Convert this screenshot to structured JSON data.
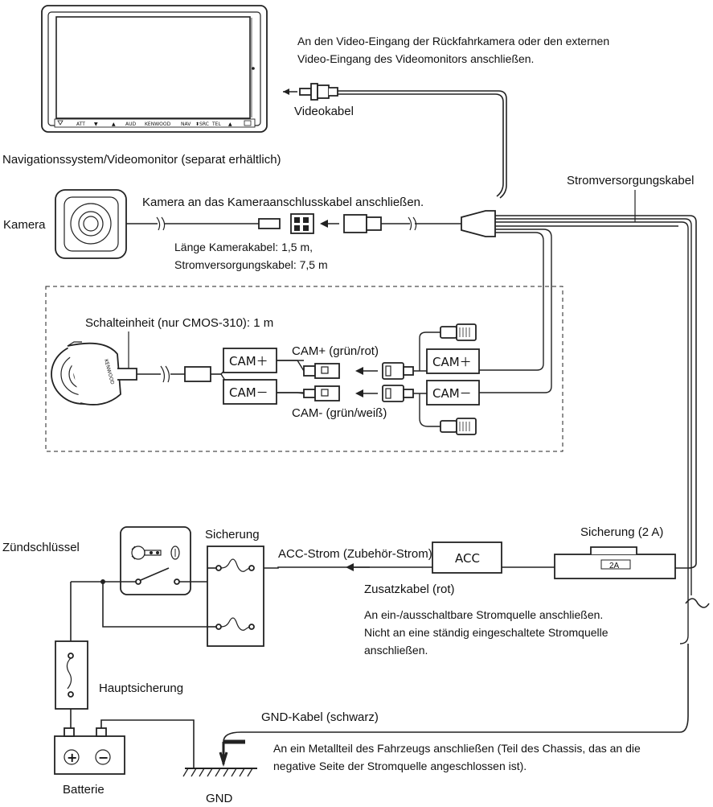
{
  "labels": {
    "video_note_line1": "An den Video-Eingang der Rückfahrkamera oder den externen",
    "video_note_line2": "Video-Eingang des Videomonitors anschließen.",
    "video_cable": "Videokabel",
    "monitor_caption": "Navigationssystem/Videomonitor (separat erhältlich)",
    "power_cable": "Stromversorgungskabel",
    "camera": "Kamera",
    "camera_connect": "Kamera an das Kameraanschlusskabel anschließen.",
    "length_line1": "Länge Kamerakabel: 1,5 m,",
    "length_line2": "Stromversorgungskabel: 7,5 m",
    "switch_unit": "Schalteinheit (nur CMOS-310): 1 m",
    "cam_plus_box": "CAM＋",
    "cam_minus_box": "CAM－",
    "cam_plus_wire": "CAM+ (grün/rot)",
    "cam_minus_wire": "CAM- (grün/weiß)",
    "fuse_2a": "Sicherung (2 A)",
    "fuse_2a_tag": "2A",
    "ignition": "Zündschlüssel",
    "fuse": "Sicherung",
    "acc_power": "ACC-Strom (Zubehör-Strom)",
    "acc_box": "ACC",
    "aux_cable": "Zusatzkabel (rot)",
    "acc_note_line1": "An ein-/ausschaltbare Stromquelle anschließen.",
    "acc_note_line2": "Nicht an eine ständig eingeschaltete Stromquelle",
    "acc_note_line3": "anschließen.",
    "main_fuse": "Hauptsicherung",
    "gnd_cable": "GND-Kabel (schwarz)",
    "gnd_note_line1": "An ein Metallteil des Fahrzeugs anschließen (Teil des Chassis, das an die",
    "gnd_note_line2": "negative Seite der Stromquelle angeschlossen ist).",
    "battery": "Batterie",
    "gnd": "GND",
    "battery_plus": "+",
    "battery_minus": "−"
  },
  "monitor_buttons": [
    "ATT",
    "▼",
    "▲",
    "AUD",
    "KENWOOD",
    "NAV",
    "⬍SRC",
    "TEL",
    "▲"
  ],
  "switch_unit_brand": "KENWOOD"
}
